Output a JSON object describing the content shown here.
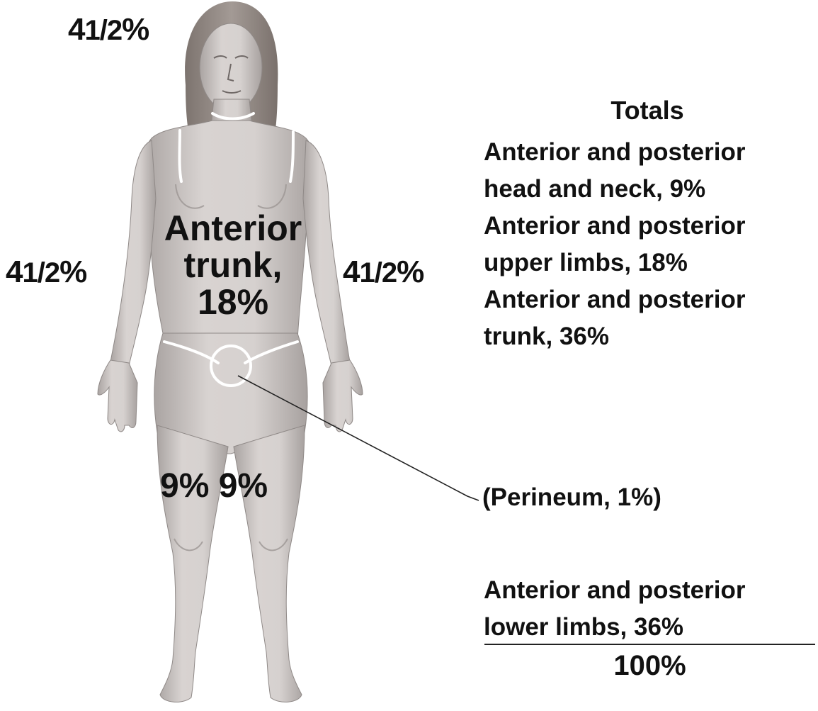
{
  "body_labels": {
    "head_neck": {
      "whole": "4",
      "fraction": "1/2",
      "unit": "%"
    },
    "left_upper_limb": {
      "whole": "4",
      "fraction": "1/2",
      "unit": "%"
    },
    "right_upper_limb": {
      "whole": "4",
      "fraction": "1/2",
      "unit": "%"
    },
    "trunk_line1": "Anterior",
    "trunk_line2": "trunk,",
    "trunk_line3": "18%",
    "lower_limbs": "9% 9%"
  },
  "totals": {
    "title": "Totals",
    "head_neck_line1": "Anterior and posterior",
    "head_neck_line2": "head and neck, 9%",
    "upper_limbs_line1": "Anterior and posterior",
    "upper_limbs_line2": "upper limbs, 18%",
    "trunk_line1": "Anterior and posterior",
    "trunk_line2": "trunk, 36%",
    "perineum": "(Perineum, 1%)",
    "lower_limbs_line1": "Anterior and posterior",
    "lower_limbs_line2": "lower limbs, 36%",
    "sum": "100%"
  },
  "colors": {
    "skin": "#cfcac8",
    "skin_shadow": "#a9a3a1",
    "hair": "#8e8580",
    "outline": "#ffffff",
    "text": "#111111"
  }
}
